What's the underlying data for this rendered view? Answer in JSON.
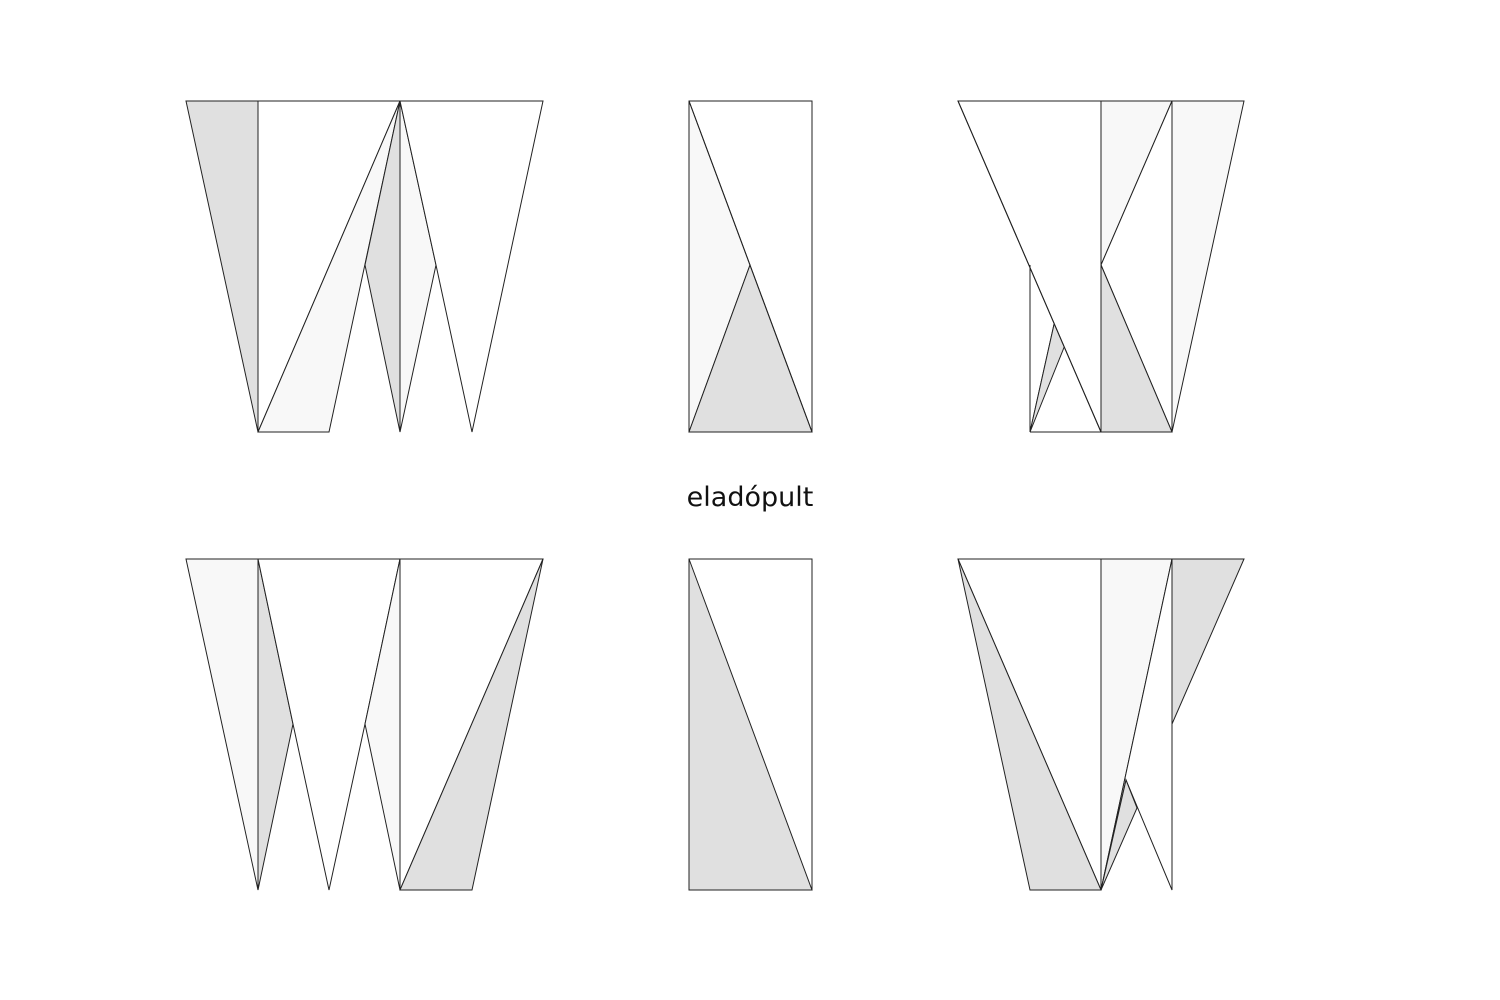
{
  "caption": "eladópult",
  "colors": {
    "background": "#ffffff",
    "stroke": "#222222",
    "fill_gray": "#e0e0e0",
    "fill_light": "#f8f8f8",
    "fill_white": "#ffffff"
  },
  "panels": [
    {
      "id": "top-left",
      "description_key": "folded-counter-view-1"
    },
    {
      "id": "top-center",
      "description_key": "folded-counter-view-2"
    },
    {
      "id": "top-right",
      "description_key": "folded-counter-view-3"
    },
    {
      "id": "bottom-left",
      "description_key": "folded-counter-view-4"
    },
    {
      "id": "bottom-center",
      "description_key": "folded-counter-view-5"
    },
    {
      "id": "bottom-right",
      "description_key": "folded-counter-view-6"
    }
  ]
}
